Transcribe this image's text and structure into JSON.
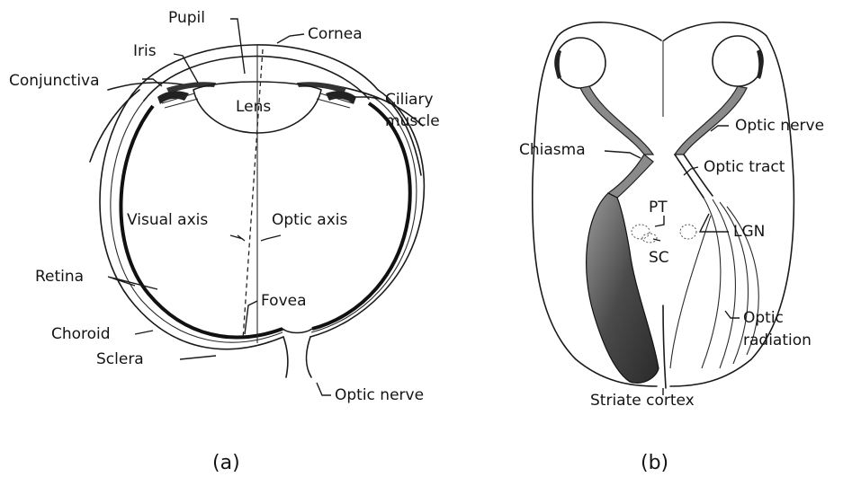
{
  "panel_a": {
    "caption": "(a)",
    "labels": {
      "pupil": "Pupil",
      "cornea": "Cornea",
      "iris": "Iris",
      "conjunctiva": "Conjunctiva",
      "lens": "Lens",
      "ciliary_muscle_1": "Ciliary",
      "ciliary_muscle_2": "muscle",
      "visual_axis": "Visual axis",
      "optic_axis": "Optic axis",
      "retina": "Retina",
      "fovea": "Fovea",
      "choroid": "Choroid",
      "sclera": "Sclera",
      "optic_nerve": "Optic nerve"
    }
  },
  "panel_b": {
    "caption": "(b)",
    "labels": {
      "optic_nerve": "Optic nerve",
      "chiasma": "Chiasma",
      "optic_tract": "Optic tract",
      "pt": "PT",
      "lgn": "LGN",
      "sc": "SC",
      "optic_radiation_1": "Optic",
      "optic_radiation_2": "radiation",
      "striate_cortex": "Striate cortex"
    }
  }
}
